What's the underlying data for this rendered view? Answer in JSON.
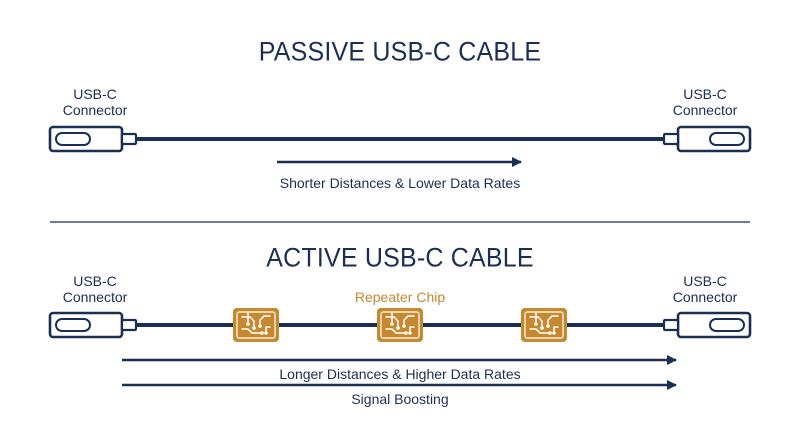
{
  "passive": {
    "title": "PASSIVE USB-C CABLE",
    "left_connector": "USB-C\nConnector",
    "right_connector": "USB-C\nConnector",
    "arrow_caption": "Shorter Distances & Lower Data Rates"
  },
  "active": {
    "title": "ACTIVE USB-C CABLE",
    "left_connector": "USB-C\nConnector",
    "right_connector": "USB-C\nConnector",
    "chip_label": "Repeater Chip",
    "arrow_caption_1": "Longer Distances & Higher Data Rates",
    "arrow_caption_2": "Signal Boosting"
  },
  "colors": {
    "navy": "#1b2f55",
    "chip": "#c7892f"
  }
}
